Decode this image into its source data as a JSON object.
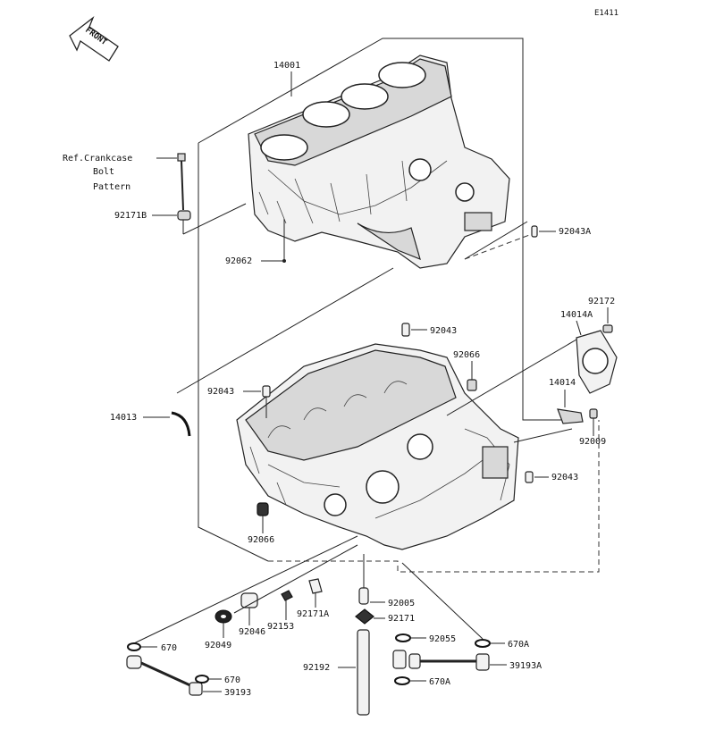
{
  "diagram_code": "E1411",
  "front_arrow_text": "FRONT",
  "ref_note": {
    "line1": "Ref.Crankcase",
    "line2": "Bolt",
    "line3": "Pattern"
  },
  "parts": {
    "p14001": "14001",
    "p92171b": "92171B",
    "p92062": "92062",
    "p92043a": "92043A",
    "p92172": "92172",
    "p14014a": "14014A",
    "p92043_top": "92043",
    "p92066_top": "92066",
    "p92043_left": "92043",
    "p14013": "14013",
    "p14014": "14014",
    "p92009": "92009",
    "p92043_right": "92043",
    "p92066_bot": "92066",
    "p92005": "92005",
    "p92171": "92171",
    "p92055": "92055",
    "p670a_1": "670A",
    "p670": "670",
    "p92049": "92049",
    "p92046": "92046",
    "p92153": "92153",
    "p92171a": "92171A",
    "p92192": "92192",
    "p39193a": "39193A",
    "p670a_2": "670A",
    "p670_2": "670",
    "p39193": "39193"
  }
}
